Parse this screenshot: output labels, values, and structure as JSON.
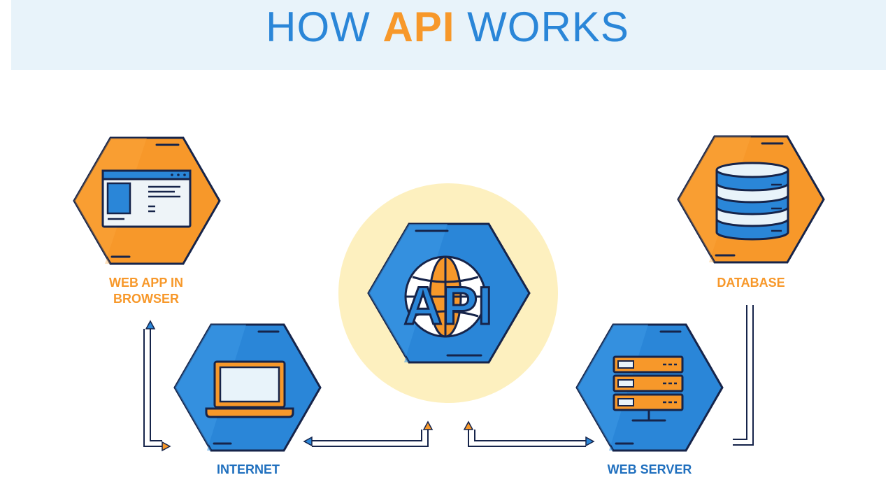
{
  "title": {
    "part1": "HOW",
    "part2": "API",
    "part3": "WORKS"
  },
  "nodes": {
    "web_app": {
      "label_line1": "WEB APP IN",
      "label_line2": "BROWSER"
    },
    "database": {
      "label": "DATABASE"
    },
    "internet": {
      "label": "INTERNET"
    },
    "web_server": {
      "label": "WEB SERVER"
    },
    "api": {
      "text": "API"
    }
  },
  "colors": {
    "orange": "#f7982a",
    "blue": "#2a86d8",
    "navy": "#16244a",
    "halo": "#fdf0bf",
    "banner": "#e8f3fa"
  }
}
